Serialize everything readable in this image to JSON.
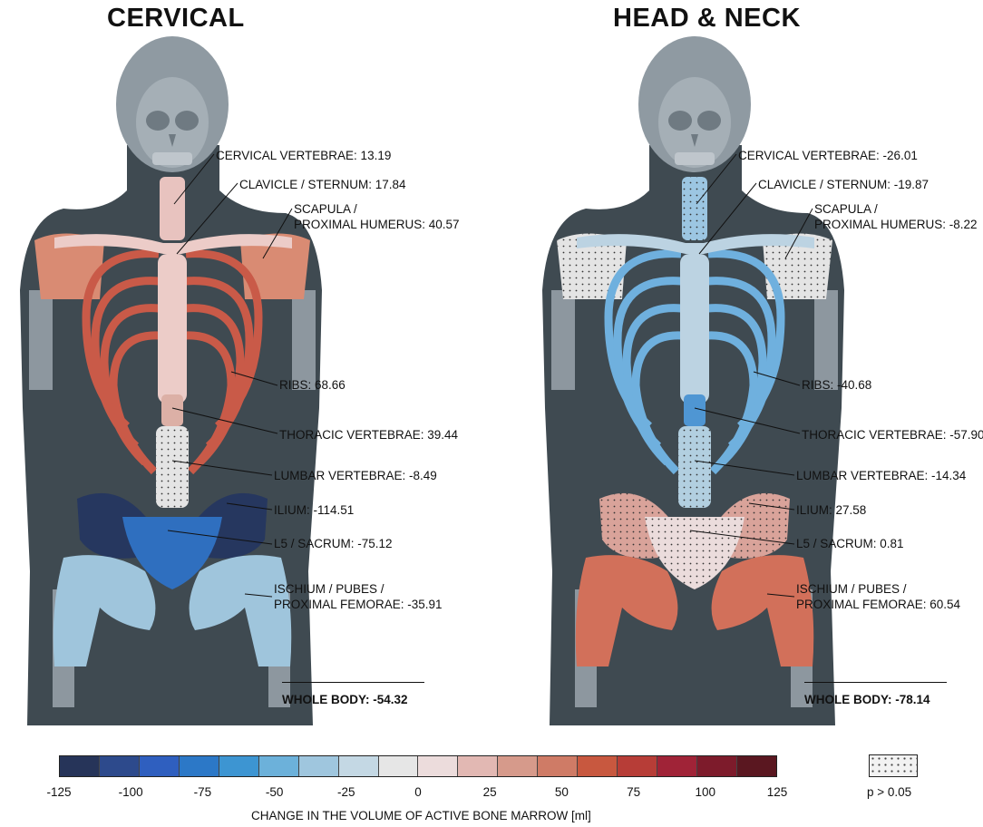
{
  "panels": [
    {
      "title": "CERVICAL",
      "labels": {
        "cervical": "CERVICAL VERTEBRAE: 13.19",
        "clavicle": "CLAVICLE / STERNUM: 17.84",
        "scapula_1": "SCAPULA /",
        "scapula_2": "PROXIMAL HUMERUS: 40.57",
        "ribs": "RIBS: 68.66",
        "thoracic": "THORACIC VERTEBRAE: 39.44",
        "lumbar": "LUMBAR VERTEBRAE: -8.49",
        "ilium": "ILIUM: -114.51",
        "l5": "L5 / SACRUM: -75.12",
        "ischium_1": "ISCHIUM / PUBES /",
        "ischium_2": "PROXIMAL FEMORAE: -35.91"
      },
      "whole_body": "WHOLE BODY: -54.32",
      "colors": {
        "cervical": "#e8c3bf",
        "clavicle": "#ecccc8",
        "scapula": "#d98b73",
        "ribs": "#c95a48",
        "thoracic": "#dcb0a6",
        "lumbar": "#e4e4e4",
        "ilium": "#26375f",
        "l5": "#2f6fbf",
        "ischium": "#9fc5dc"
      },
      "dotted": {
        "lumbar": true,
        "scapula": false,
        "ilium": false,
        "l5": false,
        "cervical": false,
        "ribs": false
      }
    },
    {
      "title": "HEAD & NECK",
      "labels": {
        "cervical": "CERVICAL VERTEBRAE: -26.01",
        "clavicle": "CLAVICLE / STERNUM: -19.87",
        "scapula_1": "SCAPULA /",
        "scapula_2": "PROXIMAL HUMERUS: -8.22",
        "ribs": "RIBS: -40.68",
        "thoracic": "THORACIC VERTEBRAE: -57.90",
        "lumbar": "LUMBAR VERTEBRAE: -14.34",
        "ilium": "ILIUM: 27.58",
        "l5": "L5 / SACRUM: 0.81",
        "ischium_1": "ISCHIUM / PUBES /",
        "ischium_2": "PROXIMAL FEMORAE: 60.54"
      },
      "whole_body": "WHOLE BODY: -78.14",
      "colors": {
        "cervical": "#9cc6e2",
        "clavicle": "#bcd3e2",
        "scapula": "#e4e4e4",
        "ribs": "#6fb0de",
        "thoracic": "#4f96d3",
        "lumbar": "#b2cfe0",
        "ilium": "#d9a39a",
        "l5": "#ebdcdc",
        "ischium": "#d2705a"
      },
      "dotted": {
        "lumbar": true,
        "scapula": true,
        "ilium": true,
        "l5": true,
        "cervical": true,
        "ribs": true
      }
    }
  ],
  "colorbar": {
    "colors": [
      "#263459",
      "#2d4a8c",
      "#2f5fbf",
      "#2c78c7",
      "#3d95d2",
      "#6cb1da",
      "#9fc6de",
      "#c4d8e4",
      "#e6e6e6",
      "#ecdcdc",
      "#e2b8b3",
      "#d69a8b",
      "#cf7b66",
      "#c8583f",
      "#b73d37",
      "#a02337",
      "#7d1b2b",
      "#5a1720"
    ],
    "ticks": [
      "-125",
      "-100",
      "-75",
      "-50",
      "-25",
      "0",
      "25",
      "50",
      "75",
      "100",
      "125"
    ],
    "label": "CHANGE IN THE VOLUME OF ACTIVE BONE MARROW [ml]",
    "significance": "p > 0.05"
  }
}
